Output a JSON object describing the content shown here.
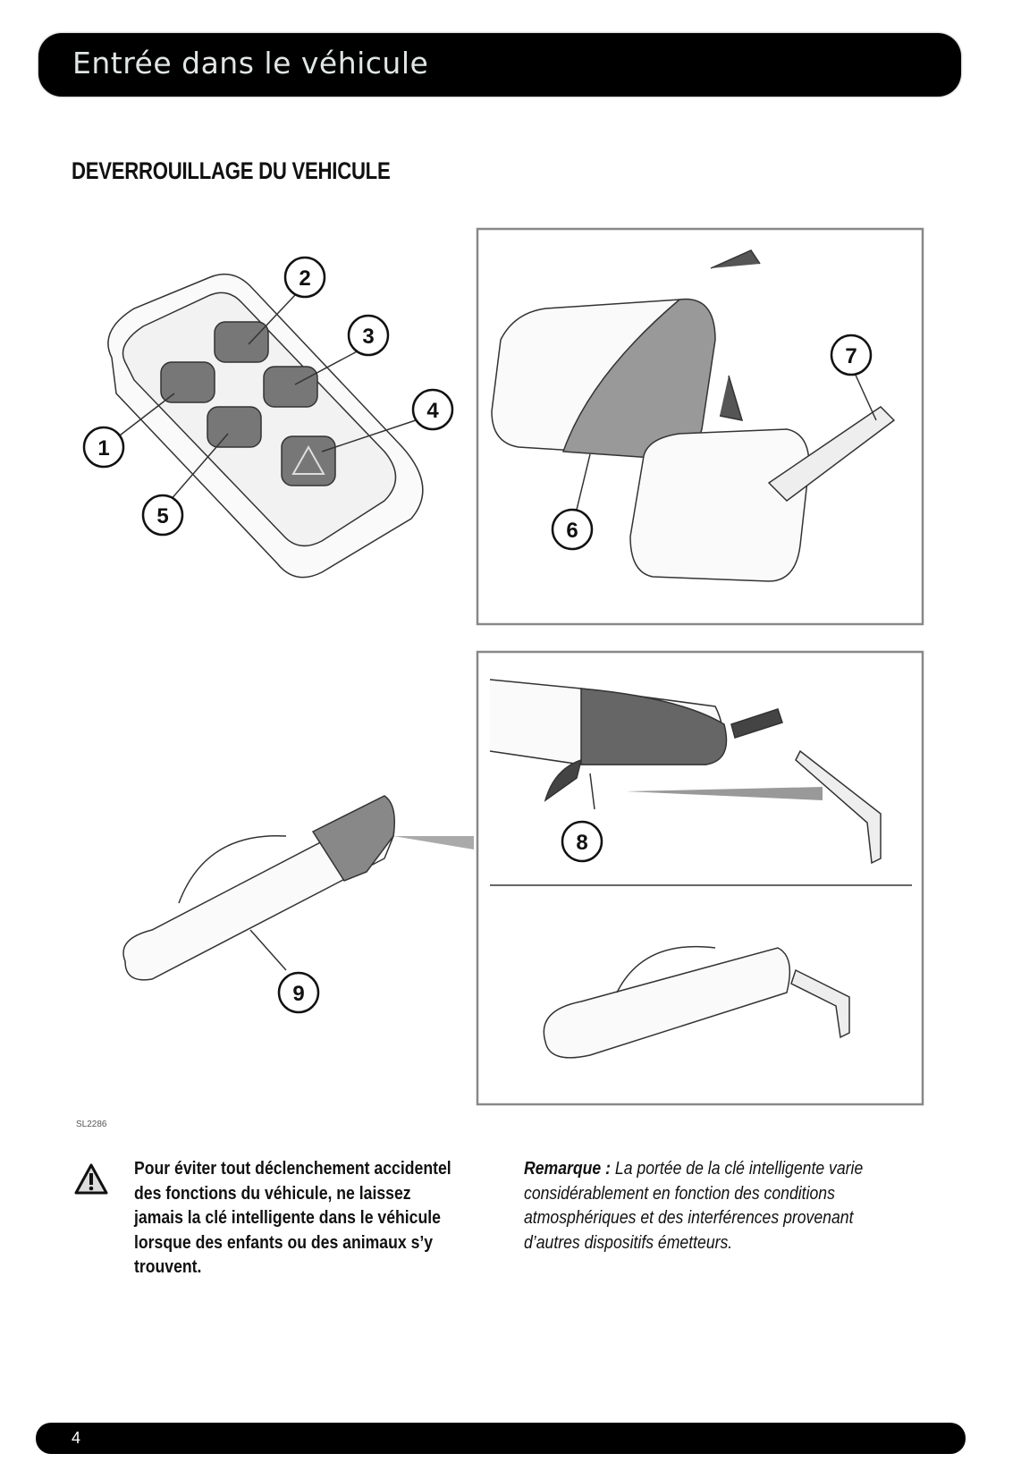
{
  "header": {
    "title": "Entrée dans le véhicule"
  },
  "section": {
    "heading": "DEVERROUILLAGE DU VEHICULE"
  },
  "figure": {
    "code": "SL2286",
    "callouts": [
      "1",
      "2",
      "3",
      "4",
      "5",
      "6",
      "7",
      "8",
      "9"
    ]
  },
  "warning": {
    "icon": "warning-triangle-icon",
    "lines": [
      "Pour éviter tout déclenchement accidentel",
      "des fonctions du véhicule, ne laissez",
      "jamais la clé intelligente dans le véhicule",
      "lorsque des enfants ou des animaux s’y",
      "trouvent."
    ]
  },
  "note": {
    "label": "Remarque :",
    "lines": [
      " La portée de la clé intelligente varie",
      "considérablement en fonction des conditions",
      "atmosphériques et des interférences provenant",
      "d’autres dispositifs émetteurs."
    ]
  },
  "footer": {
    "page_number": "4"
  }
}
